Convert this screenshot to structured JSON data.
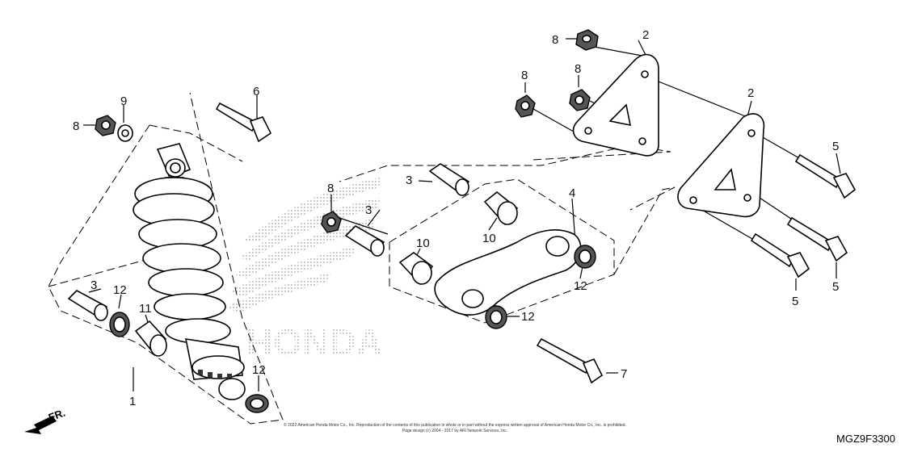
{
  "diagram": {
    "code": "MGZ9F3300",
    "direction_label": "FR.",
    "watermark_text": "HONDA",
    "copyright_line1": "© 2022 American Honda Motor Co., Inc. Reproduction of the contents of this publication in whole or in part without the express written approval of American Honda Motor Co., Inc. is prohibited.",
    "copyright_line2": "Page design (c) 2004 - 2017 by ARI Network Services, Inc.",
    "callouts": [
      {
        "id": "c1",
        "text": "1"
      },
      {
        "id": "c2a",
        "text": "2"
      },
      {
        "id": "c2b",
        "text": "2"
      },
      {
        "id": "c3a",
        "text": "3"
      },
      {
        "id": "c3b",
        "text": "3"
      },
      {
        "id": "c3c",
        "text": "3"
      },
      {
        "id": "c4",
        "text": "4"
      },
      {
        "id": "c5a",
        "text": "5"
      },
      {
        "id": "c5b",
        "text": "5"
      },
      {
        "id": "c5c",
        "text": "5"
      },
      {
        "id": "c6",
        "text": "6"
      },
      {
        "id": "c7",
        "text": "7"
      },
      {
        "id": "c8a",
        "text": "8"
      },
      {
        "id": "c8b",
        "text": "8"
      },
      {
        "id": "c8c",
        "text": "8"
      },
      {
        "id": "c8d",
        "text": "8"
      },
      {
        "id": "c8e",
        "text": "8"
      },
      {
        "id": "c9",
        "text": "9"
      },
      {
        "id": "c10a",
        "text": "10"
      },
      {
        "id": "c10b",
        "text": "10"
      },
      {
        "id": "c11",
        "text": "11"
      },
      {
        "id": "c12a",
        "text": "12"
      },
      {
        "id": "c12b",
        "text": "12"
      },
      {
        "id": "c12c",
        "text": "12"
      },
      {
        "id": "c12d",
        "text": "12"
      }
    ]
  }
}
